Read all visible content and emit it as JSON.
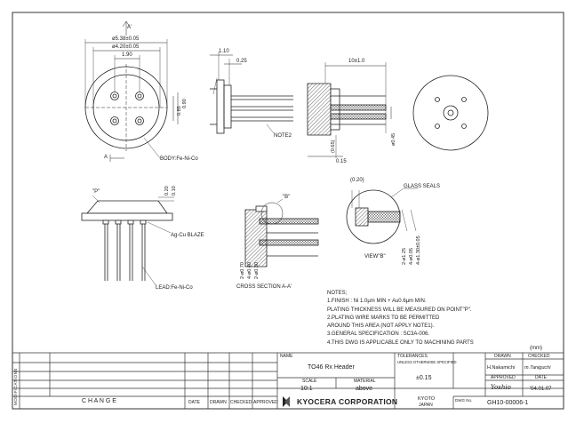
{
  "title_block": {
    "name_label": "NAME",
    "name_value": "TO46 Rx Header",
    "scale_label": "SCALE",
    "scale_value": "10:1",
    "material_label": "MATERIAL",
    "material_value": "above",
    "tolerances_label": "TOLERANCES",
    "tolerances_sub": "UNLESS OTHERWISE SPECIFIED",
    "tolerances_value": "±0.15",
    "drawn_label": "DRAWN",
    "checked_label": "CHECKED",
    "drawn_by": "H.Nakamichi",
    "checked_by": "m.Taniguchi",
    "approved_label": "APPROVED",
    "date_label": "DATE",
    "approved_sign": "Yoshio",
    "date_value": "'04.01.07",
    "company": "KYOCERA  CORPORATION",
    "location_top": "KYOTO",
    "location_bottom": "JAPAN",
    "dwg_label": "DWG No.",
    "dwg_number": "GH10-00006-1",
    "units": "(mm)"
  },
  "revision_block": {
    "side_label": "MODIFICATIONS",
    "change_label": "C H A N G E",
    "col_date": "DATE",
    "col_drawn": "DRAWN",
    "col_checked": "CHECKED",
    "col_approved": "APPROVED"
  },
  "notes": {
    "heading": "NOTES;",
    "lines": [
      "1.FINISH : Ni 1.0μm MIN + Au0.6μm MIN.",
      "   PLATING THICKNESS WILL BE MEASURED ON POINT\"P\".",
      "2.PLATING WIRE MARKS TO BE PERMITTED",
      "   AROUND THIS AREA (NOT APPLY NOTE1).",
      "3.GENERAL SPECIFICATION : SC3A-006.",
      "4.THIS DWG IS APPLICABLE ONLY TO MACHINING PARTS"
    ]
  },
  "drawing_labels": {
    "view_a_marker": "A'",
    "dia_outer": "ø5.38±0.05",
    "dia_inner": "ø4.20±0.05",
    "pitch_190": "1.90",
    "dim_085": "0.85",
    "dim_090": "0.90",
    "body_note": "BODY:Fe-Ni-Co",
    "a_marker": "A",
    "dim_110": "1.10",
    "dim_025": "0.25",
    "note2": "NOTE2",
    "dim_10": "10±1.0",
    "dim_065": "(0.65)",
    "dim_045": "ø0.45",
    "dim_015": "0.15",
    "p_marker": "\"P\"",
    "dim_020": "0.20",
    "dim_010": "0.10",
    "braze": "Ag-Cu BLAZE",
    "lead": "LEAD:Fe-Ni-Co",
    "b_marker": "\"B\"",
    "cross_section": "CROSS SECTION A-A'",
    "cs_dims": [
      "2-ø0.70",
      "4-ø0.40",
      "2-ø0.30"
    ],
    "glass_seals": "GLASS SEALS",
    "view_b_dim": "(0.20)",
    "view_b": "VIEW\"B\"",
    "vb_dims": [
      "2-ø1.25",
      "4-ø0.05",
      "4-ø1.30±0.05"
    ]
  }
}
